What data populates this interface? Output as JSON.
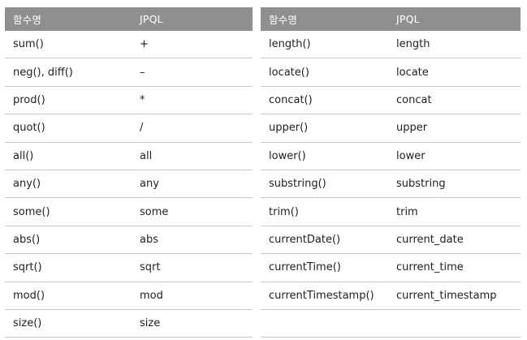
{
  "left_table": {
    "headers": [
      "함수명",
      "JPQL"
    ],
    "rows": [
      [
        "sum()",
        "+"
      ],
      [
        "neg(), diff()",
        "–"
      ],
      [
        "prod()",
        "*"
      ],
      [
        "quot()",
        "/"
      ],
      [
        "all()",
        "all"
      ],
      [
        "any()",
        "any"
      ],
      [
        "some()",
        "some"
      ],
      [
        "abs()",
        "abs"
      ],
      [
        "sqrt()",
        "sqrt"
      ],
      [
        "mod()",
        "mod"
      ],
      [
        "size()",
        "size"
      ]
    ]
  },
  "right_table": {
    "headers": [
      "함수명",
      "JPQL"
    ],
    "rows": [
      [
        "length()",
        "length"
      ],
      [
        "locate()",
        "locate"
      ],
      [
        "concat()",
        "concat"
      ],
      [
        "upper()",
        "upper"
      ],
      [
        "lower()",
        "lower"
      ],
      [
        "substring()",
        "substring"
      ],
      [
        "trim()",
        "trim"
      ],
      [
        "currentDate()",
        "current_date"
      ],
      [
        "currentTime()",
        "current_time"
      ],
      [
        "currentTimestamp()",
        "current_timestamp"
      ]
    ]
  },
  "colors": {
    "header_bg": "#8f8f8f",
    "header_text": "#ffffff",
    "row_divider": "#c8c8c8",
    "body_text": "#1f1f1f"
  }
}
